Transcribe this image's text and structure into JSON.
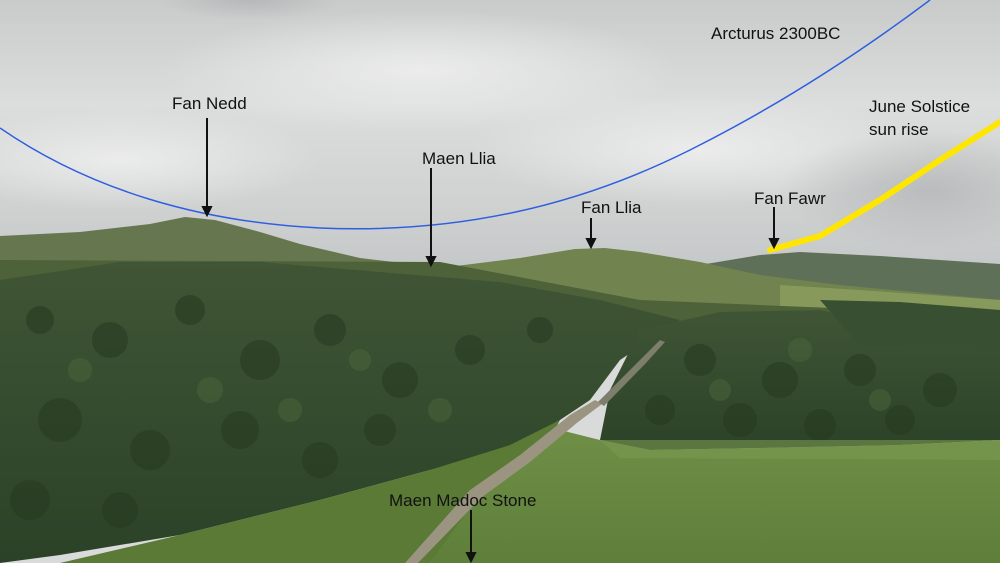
{
  "labels": {
    "fan_nedd": "Fan Nedd",
    "maen_llia": "Maen Llia",
    "fan_llia": "Fan Llia",
    "fan_fawr": "Fan Fawr",
    "arcturus": "Arcturus 2300BC",
    "solstice_line1": "June Solstice",
    "solstice_line2": "sun rise",
    "maen_madoc": "Maen Madoc Stone"
  },
  "colors": {
    "arcturus_arc": "#2f5fe0",
    "solstice_line": "#ffe600",
    "pointer": "#111111"
  }
}
